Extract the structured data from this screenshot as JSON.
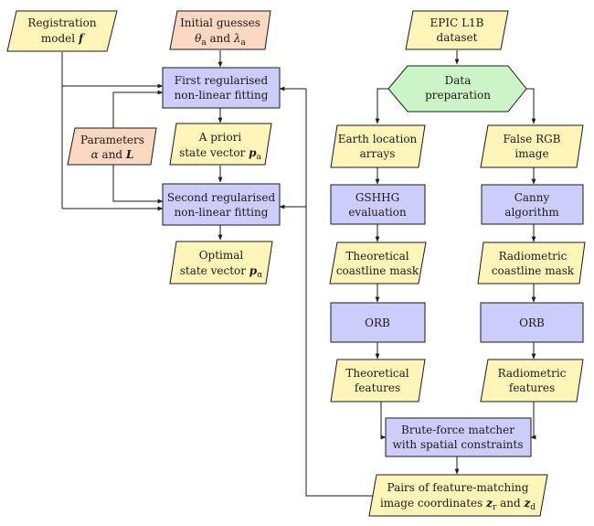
{
  "colors": {
    "parallelogram_yellow": "#fff5b8",
    "parallelogram_orange": "#fcd8c0",
    "process_blue": "#cccdfa",
    "decision_green": "#cbf5c6",
    "stroke": "#1a1a1a"
  },
  "nodes": {
    "registration_model": {
      "line1": "Registration",
      "line2_text": "model",
      "line2_symbol": "f"
    },
    "initial_guesses": {
      "line1": "Initial guesses",
      "theta": "θ",
      "theta_sub": "a",
      "and": " and ",
      "lambda": "λ",
      "lambda_sub": "a"
    },
    "first_fitting": {
      "line1": "First regularised",
      "line2": "non-linear fitting"
    },
    "parameters": {
      "line1": "Parameters",
      "alpha": "α",
      "and": " and ",
      "L": "L"
    },
    "a_priori": {
      "line1": "A priori",
      "line2_text": "state vector ",
      "symbol": "p",
      "sub": "a"
    },
    "second_fitting": {
      "line1": "Second regularised",
      "line2": "non-linear fitting"
    },
    "optimal": {
      "line1": "Optimal",
      "line2_text": "state vector ",
      "symbol": "p",
      "sub": "α"
    },
    "epic": {
      "line1": "EPIC L1B",
      "line2": "dataset"
    },
    "data_prep": {
      "line1": "Data",
      "line2": "preparation"
    },
    "earth_location": {
      "line1": "Earth location",
      "line2": "arrays"
    },
    "false_rgb": {
      "line1": "False RGB",
      "line2": "image"
    },
    "gshhg": {
      "line1": "GSHHG",
      "line2": "evaluation"
    },
    "canny": {
      "line1": "Canny",
      "line2": "algorithm"
    },
    "theo_mask": {
      "line1": "Theoretical",
      "line2": "coastline mask"
    },
    "radio_mask": {
      "line1": "Radiometric",
      "line2": "coastline mask"
    },
    "orb_left": {
      "line1": "ORB"
    },
    "orb_right": {
      "line1": "ORB"
    },
    "theo_features": {
      "line1": "Theoretical",
      "line2": "features"
    },
    "radio_features": {
      "line1": "Radiometric",
      "line2": "features"
    },
    "matcher": {
      "line1": "Brute-force matcher",
      "line2": "with spatial constraints"
    },
    "pairs": {
      "line1": "Pairs of feature-matching",
      "line2_text": "image coordinates ",
      "z1": "z",
      "z1_sub": "r",
      "and": " and ",
      "z2": "z",
      "z2_sub": "d"
    }
  }
}
